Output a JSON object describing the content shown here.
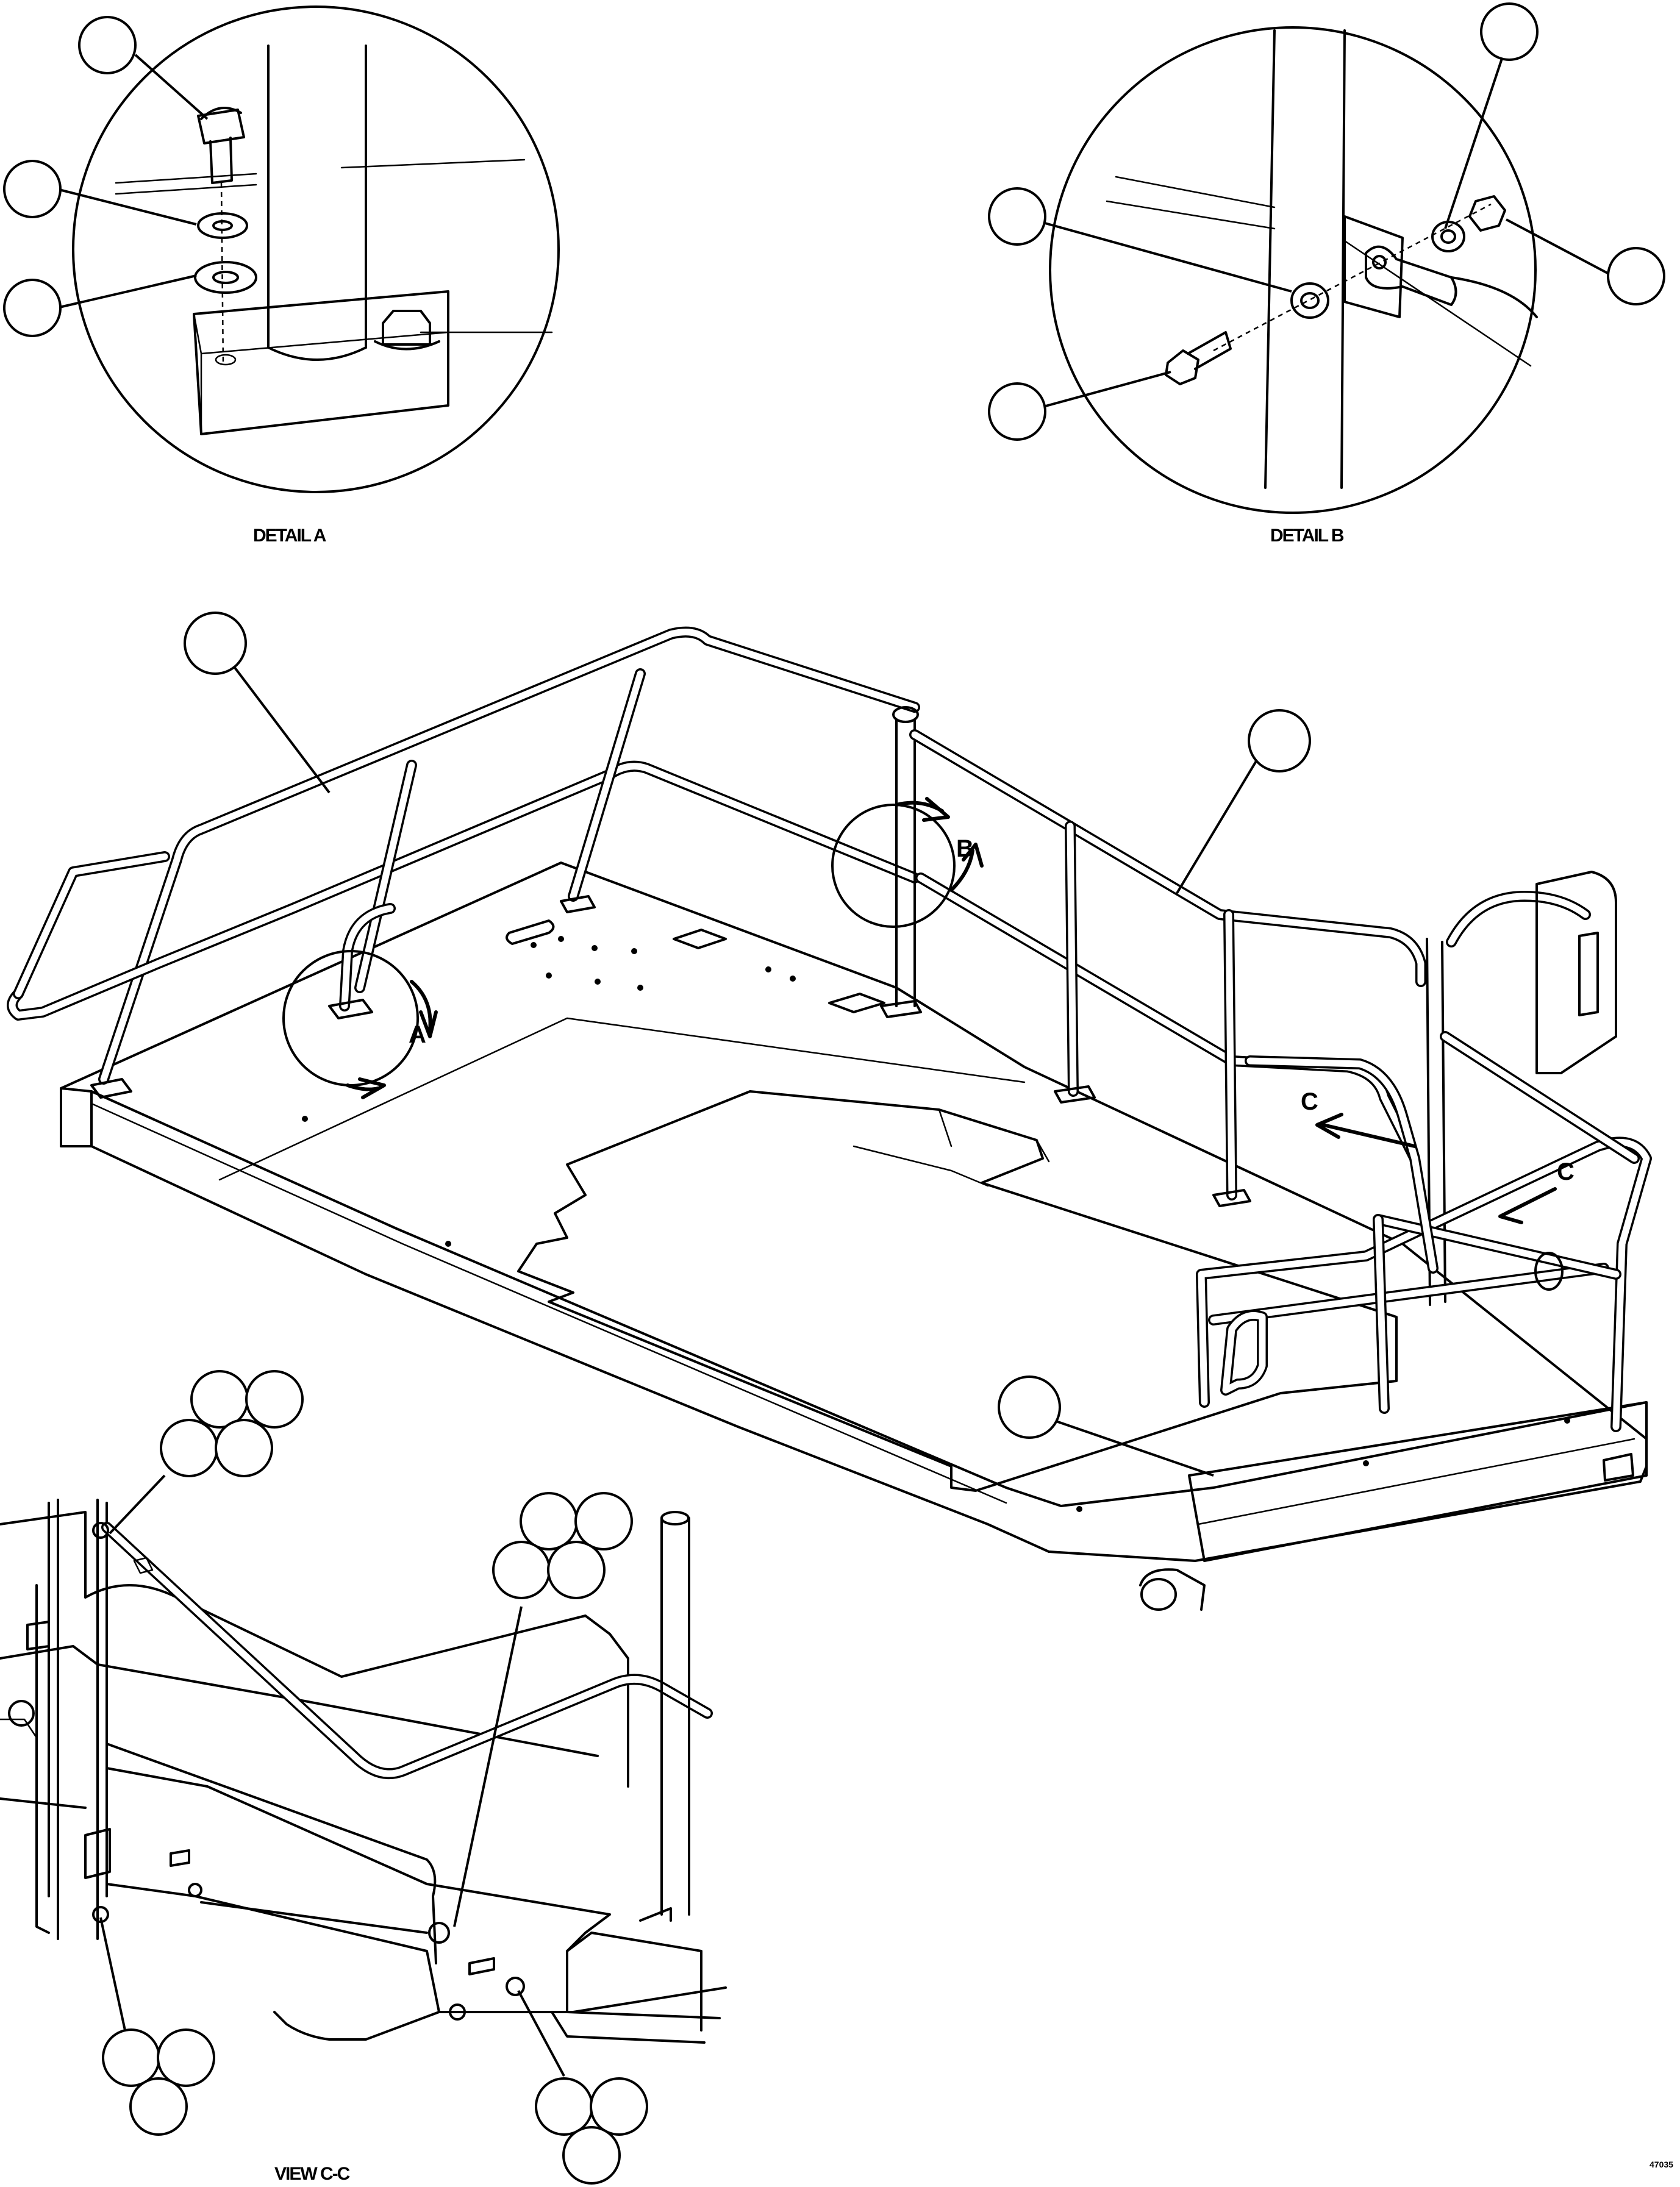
{
  "labels": {
    "detail_a": "DETAIL A",
    "detail_b": "DETAIL B",
    "view_cc": "VIEW C-C",
    "arrow_a": "A",
    "arrow_b": "B",
    "arrow_c1": "C",
    "arrow_c2": "C",
    "doc_code": "47035"
  }
}
